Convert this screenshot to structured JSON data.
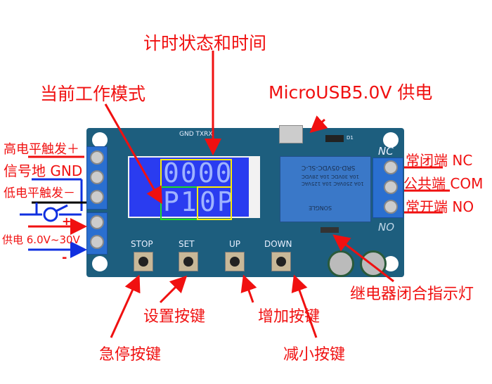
{
  "labels": {
    "timer_state": "计时状态和时间",
    "work_mode": "当前工作模式",
    "usb_power": "MicroUSB5.0V 供电",
    "high_trigger": "高电平触发＋",
    "signal_gnd": "信号地 GND",
    "low_trigger": "低电平触发－",
    "power_supply": "供电 6.0V~30V",
    "plus": "+",
    "minus": "-",
    "nc": "常闭端 NC",
    "com": "公共端 COM",
    "no": "常开端 NO",
    "relay_led": "继电器闭合指示灯",
    "set_key": "设置按键",
    "up_key": "增加按键",
    "stop_key": "急停按键",
    "down_key": "减小按键"
  },
  "board": {
    "header": "GND TXRX",
    "d1": "D1",
    "nc": "NC",
    "no": "NO",
    "buttons": [
      "STOP",
      "SET",
      "UP",
      "DOWN"
    ],
    "lcd_top": "0000",
    "lcd_mode": "P1",
    "lcd_state": "0P",
    "relay_lines": [
      "SRD-05VDC-SL-C",
      "10A 30VDC 10A 28VDC",
      "10A 250VAC 10A 125VAC",
      "SONGLE"
    ]
  },
  "colors": {
    "annotation": "#f01010",
    "board": "#1d5e7e",
    "lcd": "#2a3cf0",
    "highlight_yellow": "#ffee00",
    "highlight_green": "#22dd22"
  }
}
